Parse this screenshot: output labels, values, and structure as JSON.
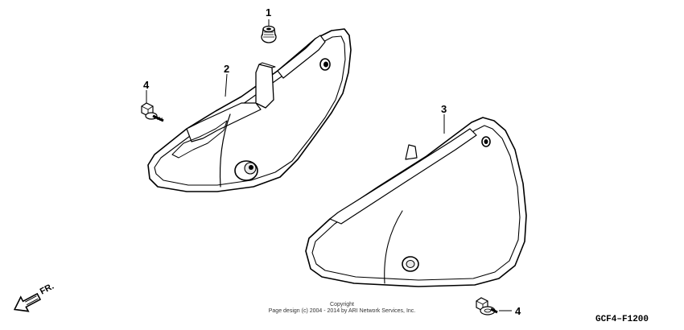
{
  "callouts": {
    "part_1": "1",
    "part_2": "2",
    "part_3": "3",
    "part_4_left": "4",
    "part_4_right": "4"
  },
  "direction": {
    "label": "FR."
  },
  "copyright": {
    "line1": "Copyright",
    "line2": "Page design (c) 2004 - 2014 by ARI Network Services, Inc."
  },
  "diagram_code": "GCF4–F1200"
}
